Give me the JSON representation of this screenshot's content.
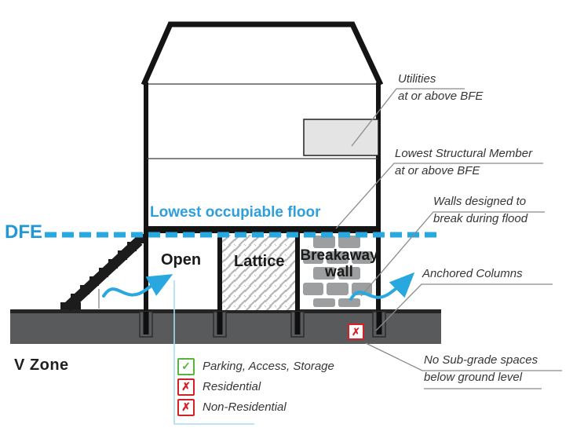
{
  "title": "V Zone building elevation diagram",
  "colors": {
    "flood_blue": "#29a8e0",
    "leader_teal": "#a5dcf2",
    "ground_gray": "#595a5c",
    "brick_gray": "#9c9ea0",
    "allowed_green": "#54b43c",
    "prohibited_red": "#d62027"
  },
  "glyphs": {
    "check": "✓",
    "cross": "✗"
  },
  "water_line": {
    "label": "DFE"
  },
  "floor_label": "Lowest occupiable floor",
  "zone_label": "V Zone",
  "sections": {
    "open": "Open",
    "lattice": "Lattice",
    "breakaway": "Breakaway wall"
  },
  "callouts": {
    "utilities": {
      "line1": "Utilities",
      "line2": "at or above BFE"
    },
    "lowest_structural": {
      "line1": "Lowest Structural Member",
      "line2": "at or above BFE"
    },
    "breakaway_walls": {
      "line1": "Walls designed to",
      "line2": "break during flood"
    },
    "anchored_columns": {
      "label": "Anchored Columns"
    },
    "no_subgrade": {
      "line1": "No Sub-grade spaces",
      "line2": "below ground level"
    }
  },
  "legend": {
    "items": [
      {
        "status": "allowed",
        "icon": "check",
        "label": "Parking, Access, Storage"
      },
      {
        "status": "prohibited",
        "icon": "cross",
        "label": "Residential"
      },
      {
        "status": "prohibited",
        "icon": "cross",
        "label": "Non-Residential"
      }
    ]
  }
}
